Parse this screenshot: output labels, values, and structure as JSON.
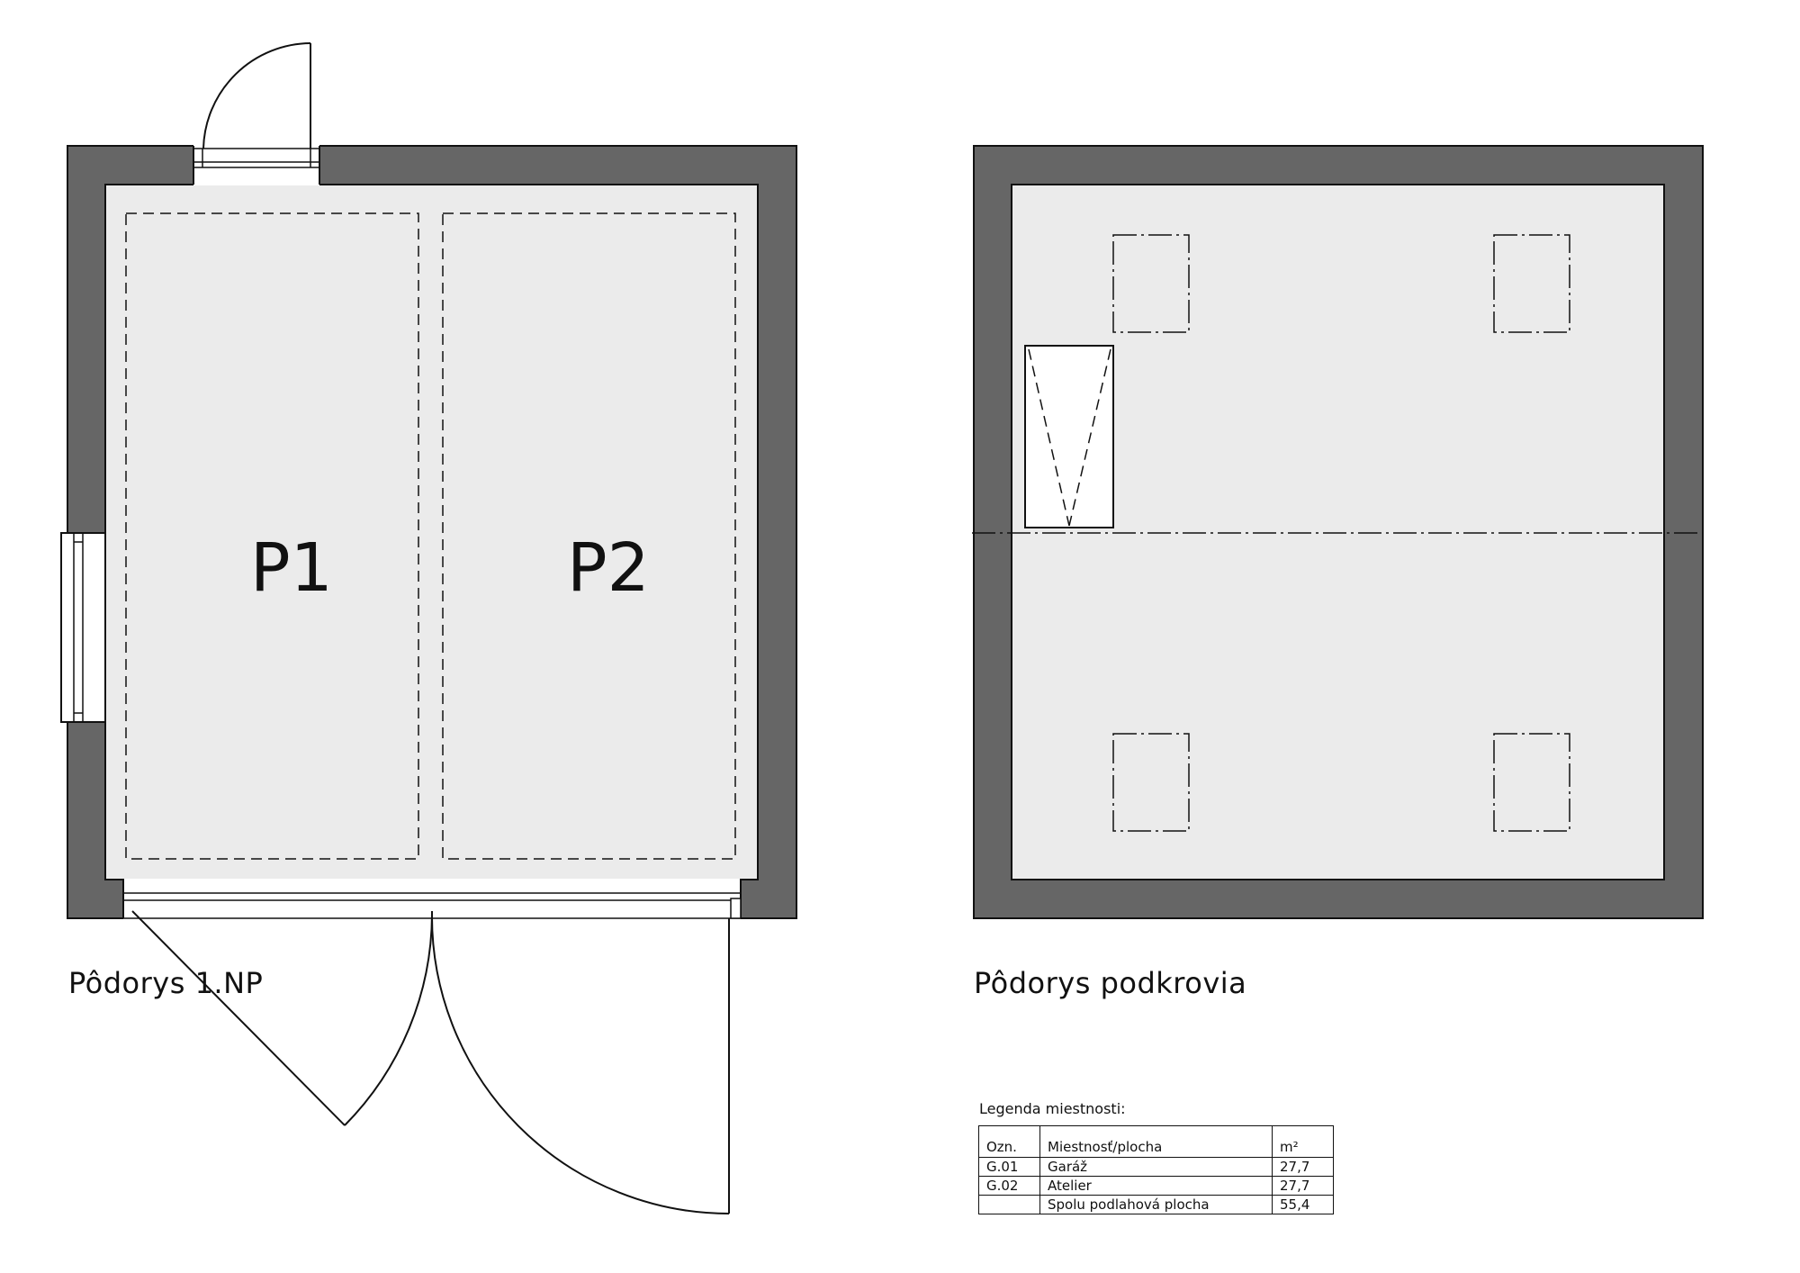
{
  "plans": {
    "ground": {
      "caption": "Pôdorys 1.NP",
      "rooms": [
        "P1",
        "P2"
      ]
    },
    "attic": {
      "caption": "Pôdorys podkrovia"
    }
  },
  "legend": {
    "title": "Legenda miestnosti:",
    "headers": [
      "Ozn.",
      "Miestnosť/plocha",
      "m²"
    ],
    "rows": [
      [
        "G.01",
        "Garáž",
        "27,7"
      ],
      [
        "G.02",
        "Atelier",
        "27,7"
      ],
      [
        "",
        "Spolu podlahová plocha",
        "55,4"
      ]
    ]
  },
  "colors": {
    "wall": "#666666",
    "floor": "#ebebeb",
    "line": "#111111"
  }
}
